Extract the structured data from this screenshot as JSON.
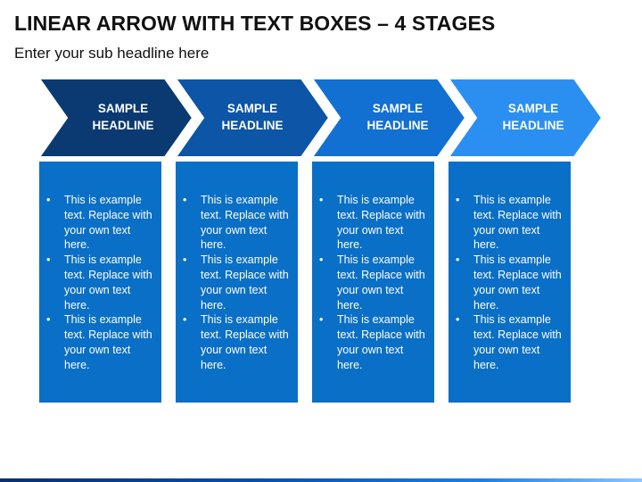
{
  "title": "LINEAR ARROW WITH TEXT BOXES – 4 STAGES",
  "subtitle": "Enter your sub headline here",
  "stages": [
    {
      "headline": [
        "SAMPLE",
        "HEADLINE"
      ],
      "color": "#0b3a73",
      "bullets": [
        "This is example text. Replace with your own text here.",
        "This is example text. Replace with your own text here.",
        "This is example text. Replace with your own text here."
      ]
    },
    {
      "headline": [
        "SAMPLE",
        "HEADLINE"
      ],
      "color": "#0d55a6",
      "bullets": [
        "This is example text. Replace with your own text here.",
        "This is example text. Replace with your own text here.",
        "This is example text. Replace with your own text here."
      ]
    },
    {
      "headline": [
        "SAMPLE",
        "HEADLINE"
      ],
      "color": "#1170d2",
      "bullets": [
        "This is example text. Replace with your own text here.",
        "This is example text. Replace with your own text here.",
        "This is example text. Replace with your own text here."
      ]
    },
    {
      "headline": [
        "SAMPLE",
        "HEADLINE"
      ],
      "color": "#2b8ff2",
      "bullets": [
        "This is example text. Replace with your own text here.",
        "This is example text. Replace with your own text here.",
        "This is example text. Replace with your own text here."
      ]
    }
  ],
  "box_color": "#0a6fc6",
  "bullet_char": "•"
}
